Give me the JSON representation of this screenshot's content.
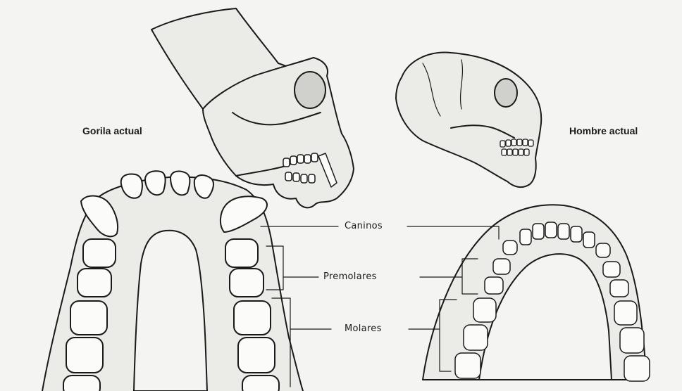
{
  "titles": {
    "gorilla": "Gorila actual",
    "human": "Hombre actual"
  },
  "teeth_labels": {
    "canines": "Caninos",
    "premolars": "Premolares",
    "molars": "Molares"
  },
  "colors": {
    "ink": "#1a1a1a",
    "paper": "#f4f4f2",
    "shade": "#9a9a98"
  }
}
